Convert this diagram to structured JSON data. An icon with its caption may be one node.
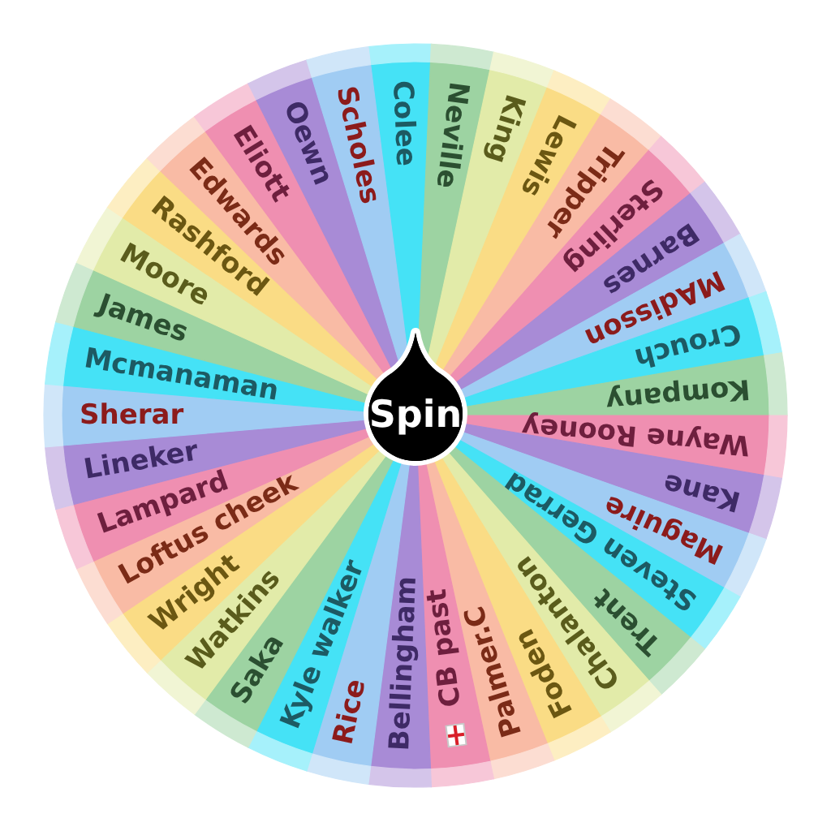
{
  "diagram": {
    "nodes": [
      {
        "text": [
          "Colee"
        ]
      },
      {
        "text": [
          "Neville"
        ]
      },
      {
        "text": [
          "King"
        ]
      },
      {
        "text": [
          "Lewis"
        ]
      },
      {
        "text": [
          "Tripper"
        ]
      },
      {
        "text": [
          "Sterling"
        ]
      },
      {
        "text": [
          "Barnes"
        ]
      },
      {
        "text": [
          "MAdisson"
        ]
      },
      {
        "text": [
          "Crouch"
        ]
      },
      {
        "text": [
          "Kompany"
        ]
      },
      {
        "text": [
          "Wayne Rooney"
        ]
      },
      {
        "text": [
          "Kane"
        ]
      },
      {
        "text": [
          "Maguire"
        ]
      },
      {
        "text": [
          "Steven Gerrad"
        ]
      },
      {
        "text": [
          "Trent"
        ]
      },
      {
        "text": [
          "Chalanton"
        ]
      },
      {
        "text": [
          "Foden"
        ]
      },
      {
        "text": [
          "Palmer.C"
        ]
      },
      {
        "text": [
          "CB past"
        ]
      },
      {
        "text": [
          "Bellingham"
        ]
      },
      {
        "text": [
          "Rice"
        ]
      },
      {
        "text": [
          "Kyle walker"
        ]
      },
      {
        "text": [
          "Saka"
        ]
      },
      {
        "text": [
          "Watkins"
        ]
      },
      {
        "text": [
          "Wright"
        ]
      },
      {
        "text": [
          "Loftus cheek"
        ]
      },
      {
        "text": [
          "Lampard"
        ]
      },
      {
        "text": [
          "Lineker"
        ]
      },
      {
        "text": [
          "Sherar"
        ]
      },
      {
        "text": [
          "Mcmanaman"
        ]
      },
      {
        "text": [
          "James"
        ]
      },
      {
        "text": [
          "Moore"
        ]
      },
      {
        "text": [
          "Rashford"
        ]
      },
      {
        "text": [
          "Edwards"
        ]
      },
      {
        "text": [
          "Eliott"
        ]
      },
      {
        "text": [
          "Oewn"
        ]
      },
      {
        "text": [
          "Scholes"
        ]
      },
      {
        "text": [
          "Spin"
        ]
      }
    ]
  }
}
